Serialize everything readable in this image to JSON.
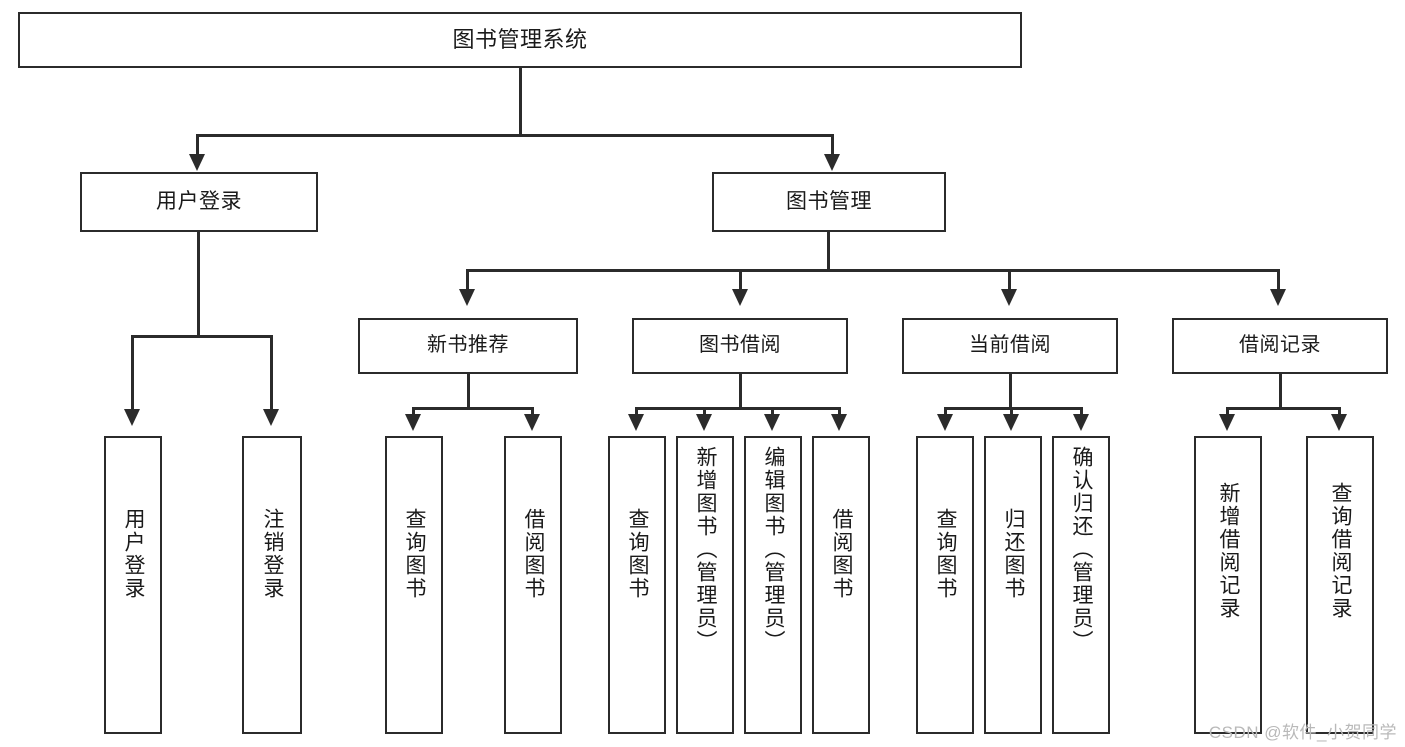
{
  "diagram": {
    "type": "hierarchy-tree",
    "title": "图书管理系统",
    "root": {
      "label": "图书管理系统"
    },
    "level2": [
      {
        "key": "user_login",
        "label": "用户登录"
      },
      {
        "key": "book_manage",
        "label": "图书管理"
      }
    ],
    "level3": [
      {
        "key": "new_book_rec",
        "label": "新书推荐"
      },
      {
        "key": "book_borrow",
        "label": "图书借阅"
      },
      {
        "key": "current_borrow",
        "label": "当前借阅"
      },
      {
        "key": "borrow_record",
        "label": "借阅记录"
      }
    ],
    "leaves": {
      "user_login": [
        {
          "label": "用户登录"
        },
        {
          "label": "注销登录"
        }
      ],
      "new_book_rec": [
        {
          "label": "查询图书"
        },
        {
          "label": "借阅图书"
        }
      ],
      "book_borrow": [
        {
          "label": "查询图书"
        },
        {
          "label": "新增图书（管理员）"
        },
        {
          "label": "编辑图书（管理员）"
        },
        {
          "label": "借阅图书"
        }
      ],
      "current_borrow": [
        {
          "label": "查询图书"
        },
        {
          "label": "归还图书"
        },
        {
          "label": "确认归还（管理员）"
        }
      ],
      "borrow_record": [
        {
          "label": "新增借阅记录"
        },
        {
          "label": "查询借阅记录"
        }
      ]
    },
    "watermark": "CSDN @软件_小贺同学",
    "colors": {
      "background": "#ffffff",
      "box_fill": "#ffffff",
      "stroke": "#2b2b2b",
      "text": "#1a1a1a",
      "watermark": "#b9b9b9"
    }
  }
}
